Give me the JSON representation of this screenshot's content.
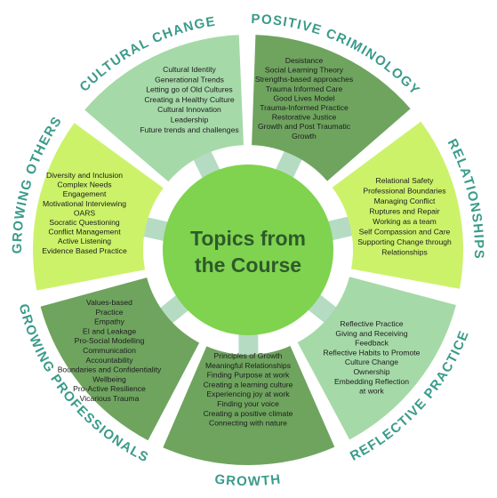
{
  "center": {
    "title_line1": "Topics from",
    "title_line2": "the Course",
    "color": "#7fd34f"
  },
  "colors": {
    "ring_title": "#3a9b8a",
    "connector": "#b5dcc3"
  },
  "segments": [
    {
      "id": "positive-criminology",
      "title": "POSITIVE CRIMINOLOGY",
      "color": "#6fa45f",
      "items": [
        "Desistance",
        "Social Learning Theory",
        "Strengths-based approaches",
        "Trauma Informed Care",
        "Good Lives Model",
        "Trauma-Informed Practice",
        "Restorative Justice",
        "Growth and Post Traumatic",
        "Growth"
      ]
    },
    {
      "id": "relationships",
      "title": "RELATIONSHIPS",
      "color": "#ccf26a",
      "items": [
        "Relational Safety",
        "Professional Boundaries",
        "Managing Conflict",
        "Ruptures and Repair",
        "Working as a team",
        "Self Compassion and Care",
        "Supporting Change through",
        "Relationships"
      ]
    },
    {
      "id": "reflective-practice",
      "title": "REFLECTIVE PRACTICE",
      "color": "#a6d9a8",
      "items": [
        "Reflective Practice",
        "Giving and Receiving",
        "Feedback",
        "Reflective Habits to Promote",
        "Culture Change",
        "Ownership",
        "Embedding Reflection",
        "at work"
      ]
    },
    {
      "id": "growth",
      "title": "GROWTH",
      "color": "#6fa45f",
      "items": [
        "Principles of Growth",
        "Meaningful Relationships",
        "Finding Purpose at work",
        "Creating a learning culture",
        "Experiencing joy at work",
        "Finding your voice",
        "Creating a positive climate",
        "Connecting with nature"
      ]
    },
    {
      "id": "growing-professionals",
      "title": "GROWING PROFESSIONALS",
      "color": "#6fa45f",
      "items": [
        "Values-based",
        "Practice",
        "Empathy",
        "EI and Leakage",
        "Pro-Social Modelling",
        "Communication",
        "Accountability",
        "Boundaries and Confidentiality",
        "Wellbeing",
        "Pro-Active Resilience",
        "Vicarious Trauma"
      ]
    },
    {
      "id": "growing-others",
      "title": "GROWING OTHERS",
      "color": "#ccf26a",
      "items": [
        "Diversity and Inclusion",
        "Complex Needs",
        "Engagement",
        "Motivational Interviewing",
        "OARS",
        "Socratic Questioning",
        "Conflict Management",
        "Active Listening",
        "Evidence Based Practice"
      ]
    },
    {
      "id": "cultural-change",
      "title": "CULTURAL CHANGE",
      "color": "#a6d9a8",
      "items": [
        "Cultural Identity",
        "Generational Trends",
        "Letting go of Old Cultures",
        "Creating a Healthy Culture",
        "Cultural Innovation",
        "Leadership",
        "Future trends and challenges"
      ]
    }
  ]
}
